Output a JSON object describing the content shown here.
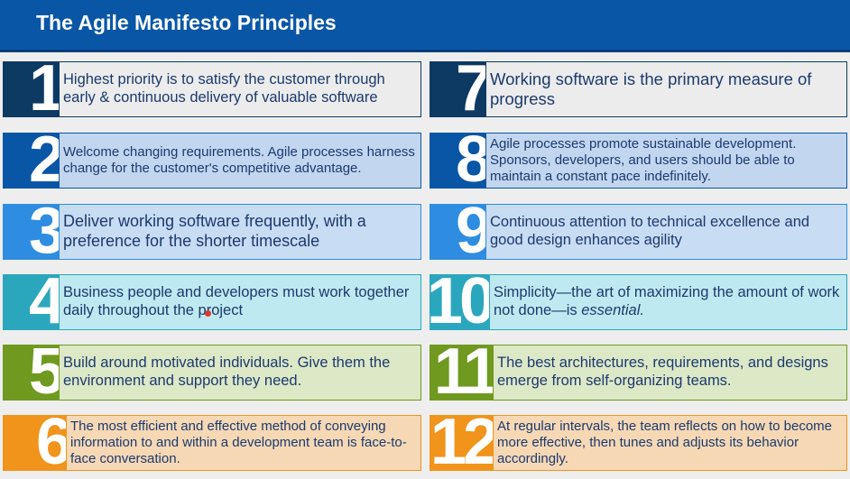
{
  "title": "The Agile Manifesto Principles",
  "principles": [
    {
      "number": "1",
      "text": "Highest priority is to satisfy the customer through early & continuous delivery of valuable software"
    },
    {
      "number": "2",
      "text": "Welcome changing requirements. Agile processes harness change for the customer's competitive advantage."
    },
    {
      "number": "3",
      "text": "Deliver working software frequently, with a preference for the shorter timescale"
    },
    {
      "number": "4",
      "text": "Business people and developers must work together daily throughout the project"
    },
    {
      "number": "5",
      "text": "Build around motivated individuals. Give them the environment and support they need."
    },
    {
      "number": "6",
      "text": "The most efficient and effective method of conveying information to and within a development team is face-to-face conversation."
    },
    {
      "number": "7",
      "text": "Working software is the primary measure of progress"
    },
    {
      "number": "8",
      "text": "Agile processes promote sustainable development. Sponsors, developers, and users should be able to maintain a constant pace indefinitely."
    },
    {
      "number": "9",
      "text": "Continuous attention to technical excellence and good design enhances agility"
    },
    {
      "number": "10",
      "text_main": "Simplicity—the art of maximizing the amount of work not done—is ",
      "text_emphasis": "essential."
    },
    {
      "number": "11",
      "text": "The best architectures, requirements, and designs emerge from self-organizing teams."
    },
    {
      "number": "12",
      "text": "At regular intervals, the team reflects on how to become more effective, then tunes and adjusts its behavior accordingly."
    }
  ],
  "colors": {
    "header": "#0a56a6",
    "row1": "#0d3a63",
    "row2": "#0a56a6",
    "row3": "#2e8de0",
    "row4": "#2aa7bd",
    "row5": "#6f9a1f",
    "row6": "#f0941c"
  }
}
